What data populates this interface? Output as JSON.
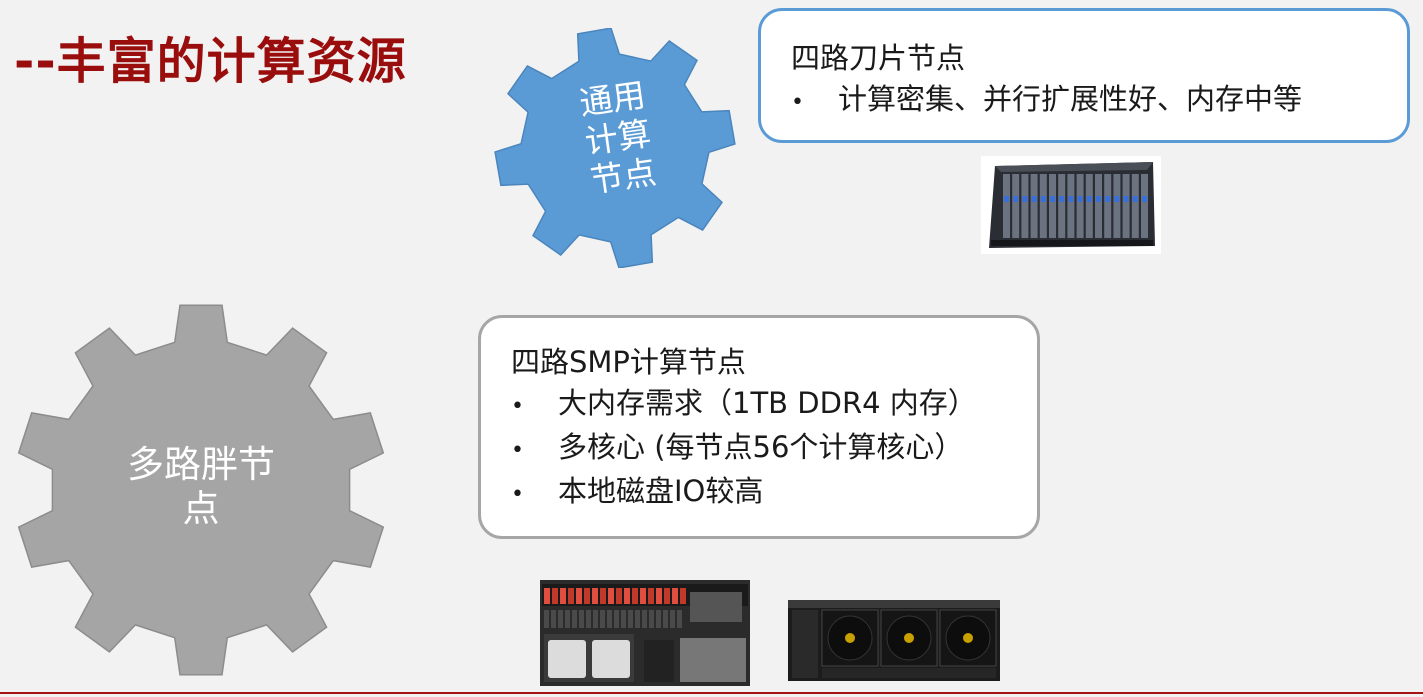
{
  "slide": {
    "title": "--丰富的计算资源",
    "accent_color": "#9a0d0d"
  },
  "gears": [
    {
      "label_lines": [
        "通用",
        "计算",
        "节点"
      ],
      "color": "#5b9bd5"
    },
    {
      "label_lines": [
        "多路胖节",
        "点"
      ],
      "color": "#a5a5a5"
    }
  ],
  "callouts": {
    "blade": {
      "heading": "四路刀片节点",
      "bullet_glyph": "•",
      "items": [
        "计算密集、并行扩展性好、内存中等"
      ]
    },
    "smp": {
      "heading": "四路SMP计算节点",
      "bullet_glyph": "•",
      "items": [
        "大内存需求（1TB DDR4 内存）",
        "多核心 (每节点56个计算核心）",
        "本地磁盘IO较高"
      ]
    }
  },
  "images": {
    "blade_chassis": "blade-server-chassis",
    "smp_server_1": "rack-server-with-drive-bays",
    "smp_server_2": "rack-server-with-fans"
  }
}
